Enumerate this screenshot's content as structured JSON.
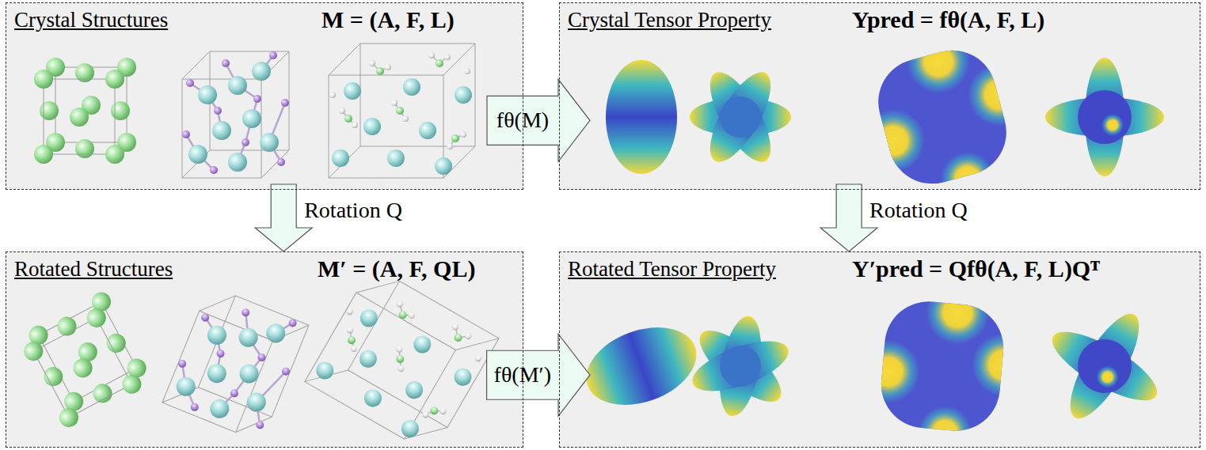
{
  "diagram": {
    "nodes": [
      {
        "text": [
          "Crystal Structures",
          "M = (A, F, L)"
        ]
      },
      {
        "text": [
          "Crystal Tensor Property",
          "Ypred = fθ(A, F, L)"
        ]
      },
      {
        "text": [
          "Rotated Structures",
          "M′ = (A, F, QL)"
        ]
      },
      {
        "text": [
          "Rotated Tensor Property",
          "Y′pred = Qfθ(A, F, L)Qᵀ"
        ]
      }
    ],
    "edges": [
      {
        "from": 0,
        "to": 1,
        "arrow": "to",
        "label": "fθ(M)"
      },
      {
        "from": 0,
        "to": 2,
        "arrow": "to",
        "label": "Rotation Q"
      },
      {
        "from": 1,
        "to": 3,
        "arrow": "to",
        "label": "Rotation Q"
      },
      {
        "from": 2,
        "to": 3,
        "arrow": "to",
        "label": "fθ(M′)"
      }
    ]
  }
}
